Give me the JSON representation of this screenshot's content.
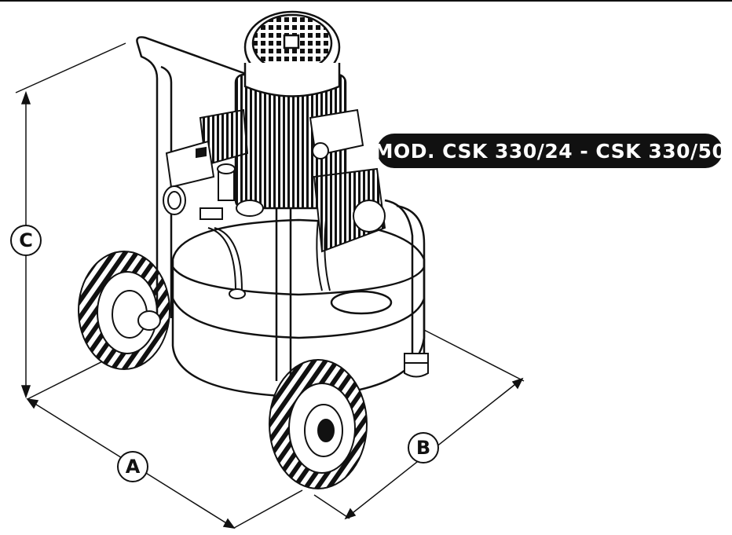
{
  "title": "MOD. CSK 330/24 - CSK 330/50",
  "dimensions": {
    "a": "A",
    "b": "B",
    "c": "C"
  },
  "colors": {
    "ink": "#111111",
    "badge_bg": "#111111",
    "badge_text": "#ffffff",
    "paper": "#ffffff"
  }
}
